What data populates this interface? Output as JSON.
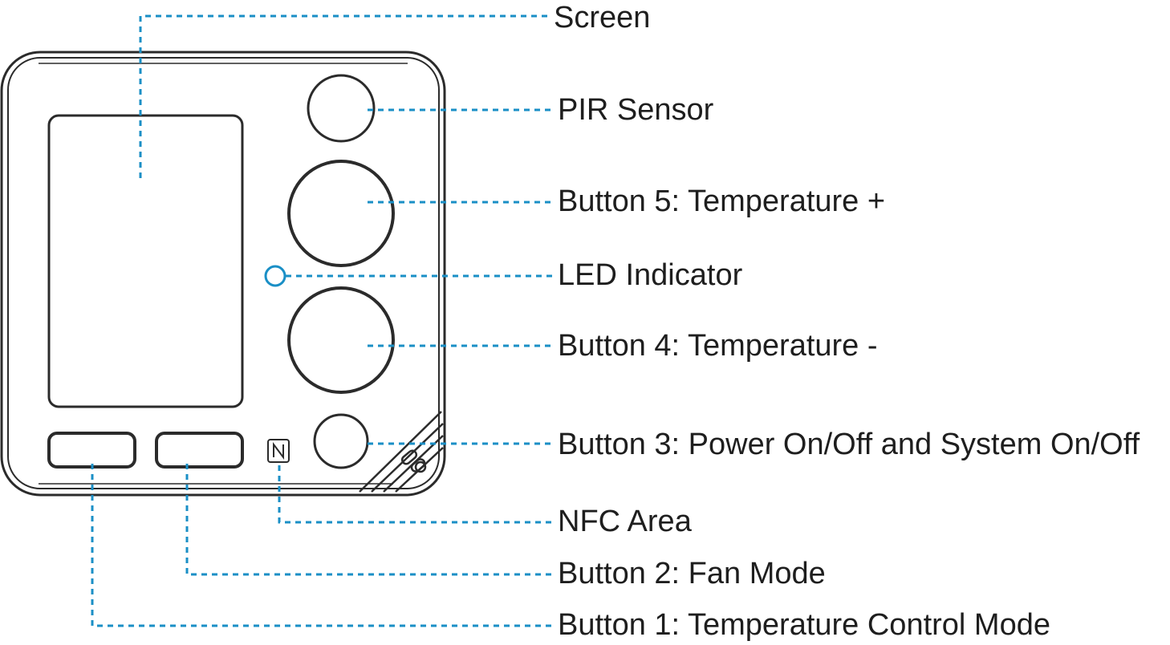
{
  "colors": {
    "leader": "#1a8fc6",
    "outline": "#2b2b2b",
    "led": "#1a8fc6"
  },
  "icons": {
    "nfc": "nfc-icon"
  },
  "callouts": {
    "screen": "Screen",
    "pir_sensor": "PIR Sensor",
    "button5": "Button 5: Temperature +",
    "led": "LED Indicator",
    "button4": "Button 4: Temperature -",
    "button3": "Button 3: Power On/Off and System On/Off",
    "nfc": "NFC Area",
    "button2": "Button 2: Fan Mode",
    "button1": "Button 1: Temperature Control Mode"
  }
}
